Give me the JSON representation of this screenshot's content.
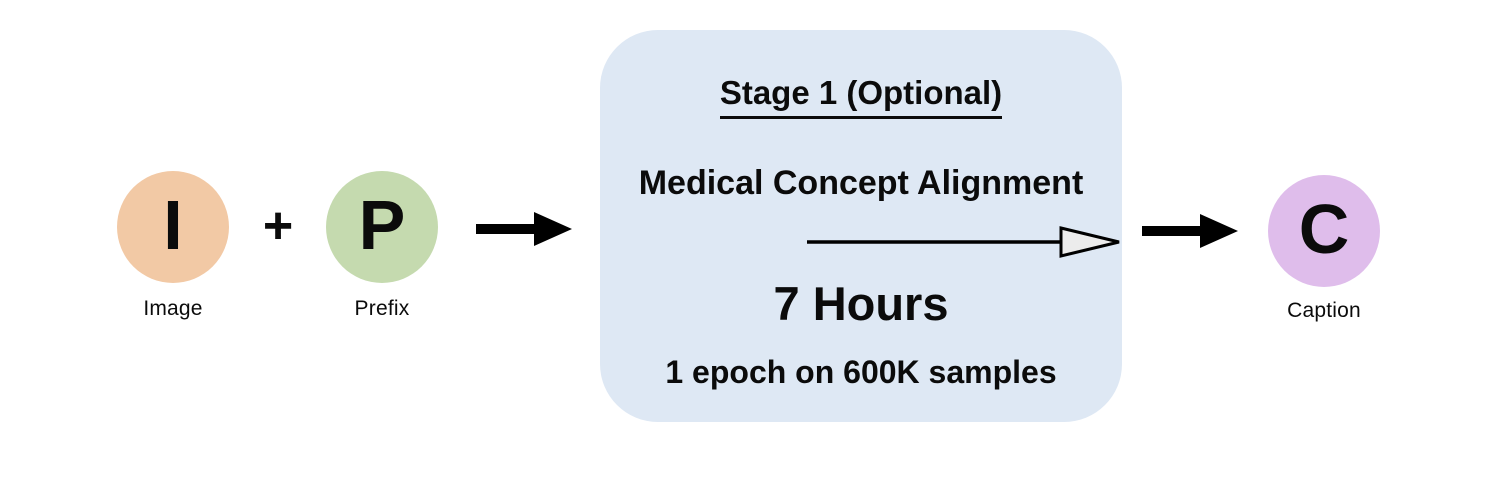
{
  "figure": {
    "operators": {
      "plus": "+"
    },
    "nodes": {
      "image": {
        "symbol": "I",
        "label": "Image",
        "color": "#F2C9A5"
      },
      "prefix": {
        "symbol": "P",
        "label": "Prefix",
        "color": "#C5DAAF"
      },
      "caption": {
        "symbol": "C",
        "label": "Caption",
        "color": "#DFBDEB"
      }
    },
    "stage": {
      "title": "Stage 1 (Optional)",
      "task": "Medical Concept Alignment",
      "duration": "7 Hours",
      "details": "1 epoch on 600K samples",
      "bg_color": "#DEE8F4"
    },
    "colors": {
      "arrow": "#000000",
      "arrowhead_fill": "#ECECEC",
      "text": "#0B0B0B",
      "background": "#FFFFFF"
    }
  }
}
